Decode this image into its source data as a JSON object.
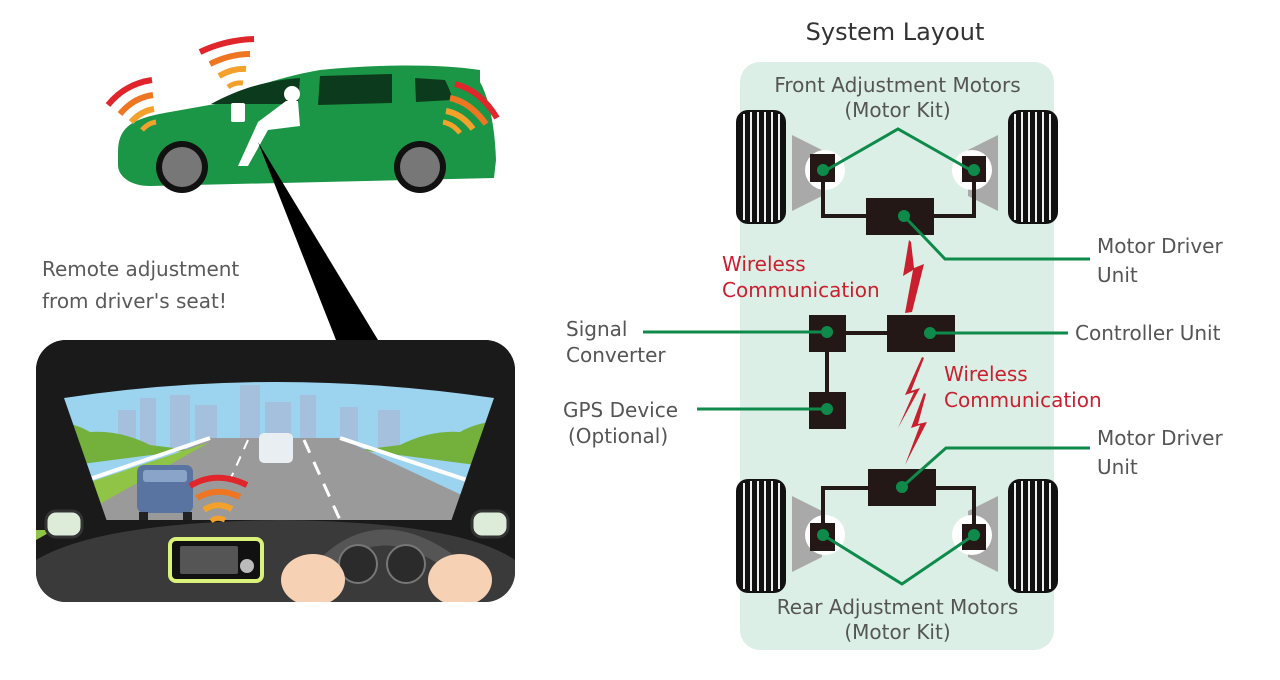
{
  "left_panel": {
    "caption_line1": "Remote adjustment",
    "caption_line2": "from driver's seat!",
    "car_illustration": "green-minivan-with-driver-and-signal-waves",
    "dashboard_illustration": "driver-view-with-controller-on-dashboard"
  },
  "system_layout": {
    "title": "System Layout",
    "front_motors": {
      "line1": "Front Adjustment Motors",
      "line2": "(Motor Kit)"
    },
    "rear_motors": {
      "line1": "Rear Adjustment Motors",
      "line2": "(Motor Kit)"
    },
    "front_motor_driver": {
      "line1": "Motor Driver",
      "line2": "Unit"
    },
    "rear_motor_driver": {
      "line1": "Motor Driver",
      "line2": "Unit"
    },
    "controller_unit": "Controller Unit",
    "signal_converter": {
      "line1": "Signal",
      "line2": "Converter"
    },
    "gps_device": {
      "line1": "GPS Device",
      "line2": "(Optional)"
    },
    "wireless_upper": {
      "line1": "Wireless",
      "line2": "Communication"
    },
    "wireless_lower": {
      "line1": "Wireless",
      "line2": "Communication"
    }
  },
  "colors": {
    "panel_bg": "#dcefe6",
    "leader_line": "#0e8a4a",
    "unit_box": "#231815",
    "wireless": "#c8202e",
    "car_body": "#1a9646",
    "label_text": "#555555",
    "signal_red": "#e0262b",
    "signal_orange": "#ee7623",
    "signal_yellow": "#f4a12c"
  }
}
